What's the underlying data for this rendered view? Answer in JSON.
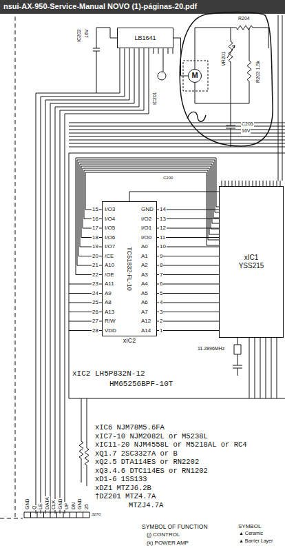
{
  "diagram": {
    "nodes": [
      {
        "text": [
          "LB1641"
        ]
      },
      {
        "text": [
          "M"
        ]
      },
      {
        "text": [
          "TC51832-FL-10",
          "xIC2"
        ]
      },
      {
        "text": [
          "xIC1",
          "YSS215"
        ]
      }
    ],
    "edges": [
      {
        "from": 0,
        "to": 1,
        "arrow": "none"
      },
      {
        "from": 2,
        "to": 3,
        "arrow": "none"
      }
    ],
    "labels": [
      "nsui-AX-950-Service-Manual NOVO (1)-páginas-20.pdf",
      "R204",
      "VR201",
      "R203 1.5k",
      "C205",
      "16V",
      "IC202",
      "16V",
      "IC201",
      "C200",
      "15",
      "16",
      "17",
      "18",
      "19",
      "20",
      "21",
      "22",
      "23",
      "24",
      "25",
      "26",
      "27",
      "28",
      "I/O3",
      "I/O4",
      "I/O5",
      "I/O6",
      "I/O7",
      "/CE",
      "A10",
      "/OE",
      "A11",
      "A9",
      "A8",
      "A13",
      "R/W",
      "VDD",
      "14",
      "13",
      "12",
      "11",
      "10",
      "9",
      "8",
      "7",
      "6",
      "5",
      "4",
      "3",
      "2",
      "1",
      "GND",
      "I/O2",
      "I/O1",
      "I/O0",
      "A0",
      "A1",
      "A2",
      "A3",
      "A4",
      "A5",
      "A6",
      "A7",
      "A12",
      "A14",
      "11.2896MHz",
      "xIC2 LH5P832N-12",
      "HM65256BPF-10T",
      "xIC6 NJM78M5.6FA",
      "xIC7-10 NJM2082L or M5238L",
      "xIC11-20 NJM4558L or M5218AL or RC4",
      "xQ1.7 2SC3327A or B",
      "xQ2.5 DTA114ES or RN2202",
      "xQ3.4.6 DTC114ES or RN1202",
      "xD1-6 1SS133",
      "xDZ1 MTZJ6.2B",
      "†DZ201 MTZ4.7A",
      "MTZJ4.7A",
      "GND",
      "Q",
      "LE",
      "DATA",
      "CLK",
      "GND",
      "UP",
      "DN",
      "GND",
      "25",
      "J270",
      "SYMBOL OF FUNCTION",
      "(j) CONTROL",
      "(k) POWER AMP",
      "SYMBOL",
      "▲ Ceramic",
      "▲ Barrier Layer"
    ]
  }
}
